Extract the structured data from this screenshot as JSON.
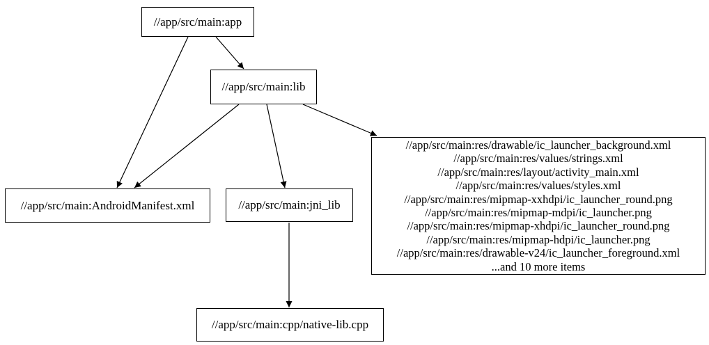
{
  "graph": {
    "type": "directed-dependency-graph",
    "nodes": {
      "app": {
        "label": "//app/src/main:app"
      },
      "lib": {
        "label": "//app/src/main:lib"
      },
      "manifest": {
        "label": "//app/src/main:AndroidManifest.xml"
      },
      "jni_lib": {
        "label": "//app/src/main:jni_lib"
      },
      "native_lib": {
        "label": "//app/src/main:cpp/native-lib.cpp"
      },
      "resources": {
        "lines": [
          "//app/src/main:res/drawable/ic_launcher_background.xml",
          "//app/src/main:res/values/strings.xml",
          "//app/src/main:res/layout/activity_main.xml",
          "//app/src/main:res/values/styles.xml",
          "//app/src/main:res/mipmap-xxhdpi/ic_launcher_round.png",
          "//app/src/main:res/mipmap-mdpi/ic_launcher.png",
          "//app/src/main:res/mipmap-xhdpi/ic_launcher_round.png",
          "//app/src/main:res/mipmap-hdpi/ic_launcher.png",
          "//app/src/main:res/drawable-v24/ic_launcher_foreground.xml",
          "...and 10 more items"
        ]
      }
    },
    "edges": [
      {
        "from": "//app/src/main:app",
        "to": "//app/src/main:lib"
      },
      {
        "from": "//app/src/main:app",
        "to": "//app/src/main:AndroidManifest.xml"
      },
      {
        "from": "//app/src/main:lib",
        "to": "//app/src/main:AndroidManifest.xml"
      },
      {
        "from": "//app/src/main:lib",
        "to": "//app/src/main:jni_lib"
      },
      {
        "from": "//app/src/main:lib",
        "to": "resources-group"
      },
      {
        "from": "//app/src/main:jni_lib",
        "to": "//app/src/main:cpp/native-lib.cpp"
      }
    ],
    "colors": {
      "background": "#ffffff",
      "node_border": "#000000",
      "edge": "#000000",
      "text": "#000000"
    }
  }
}
